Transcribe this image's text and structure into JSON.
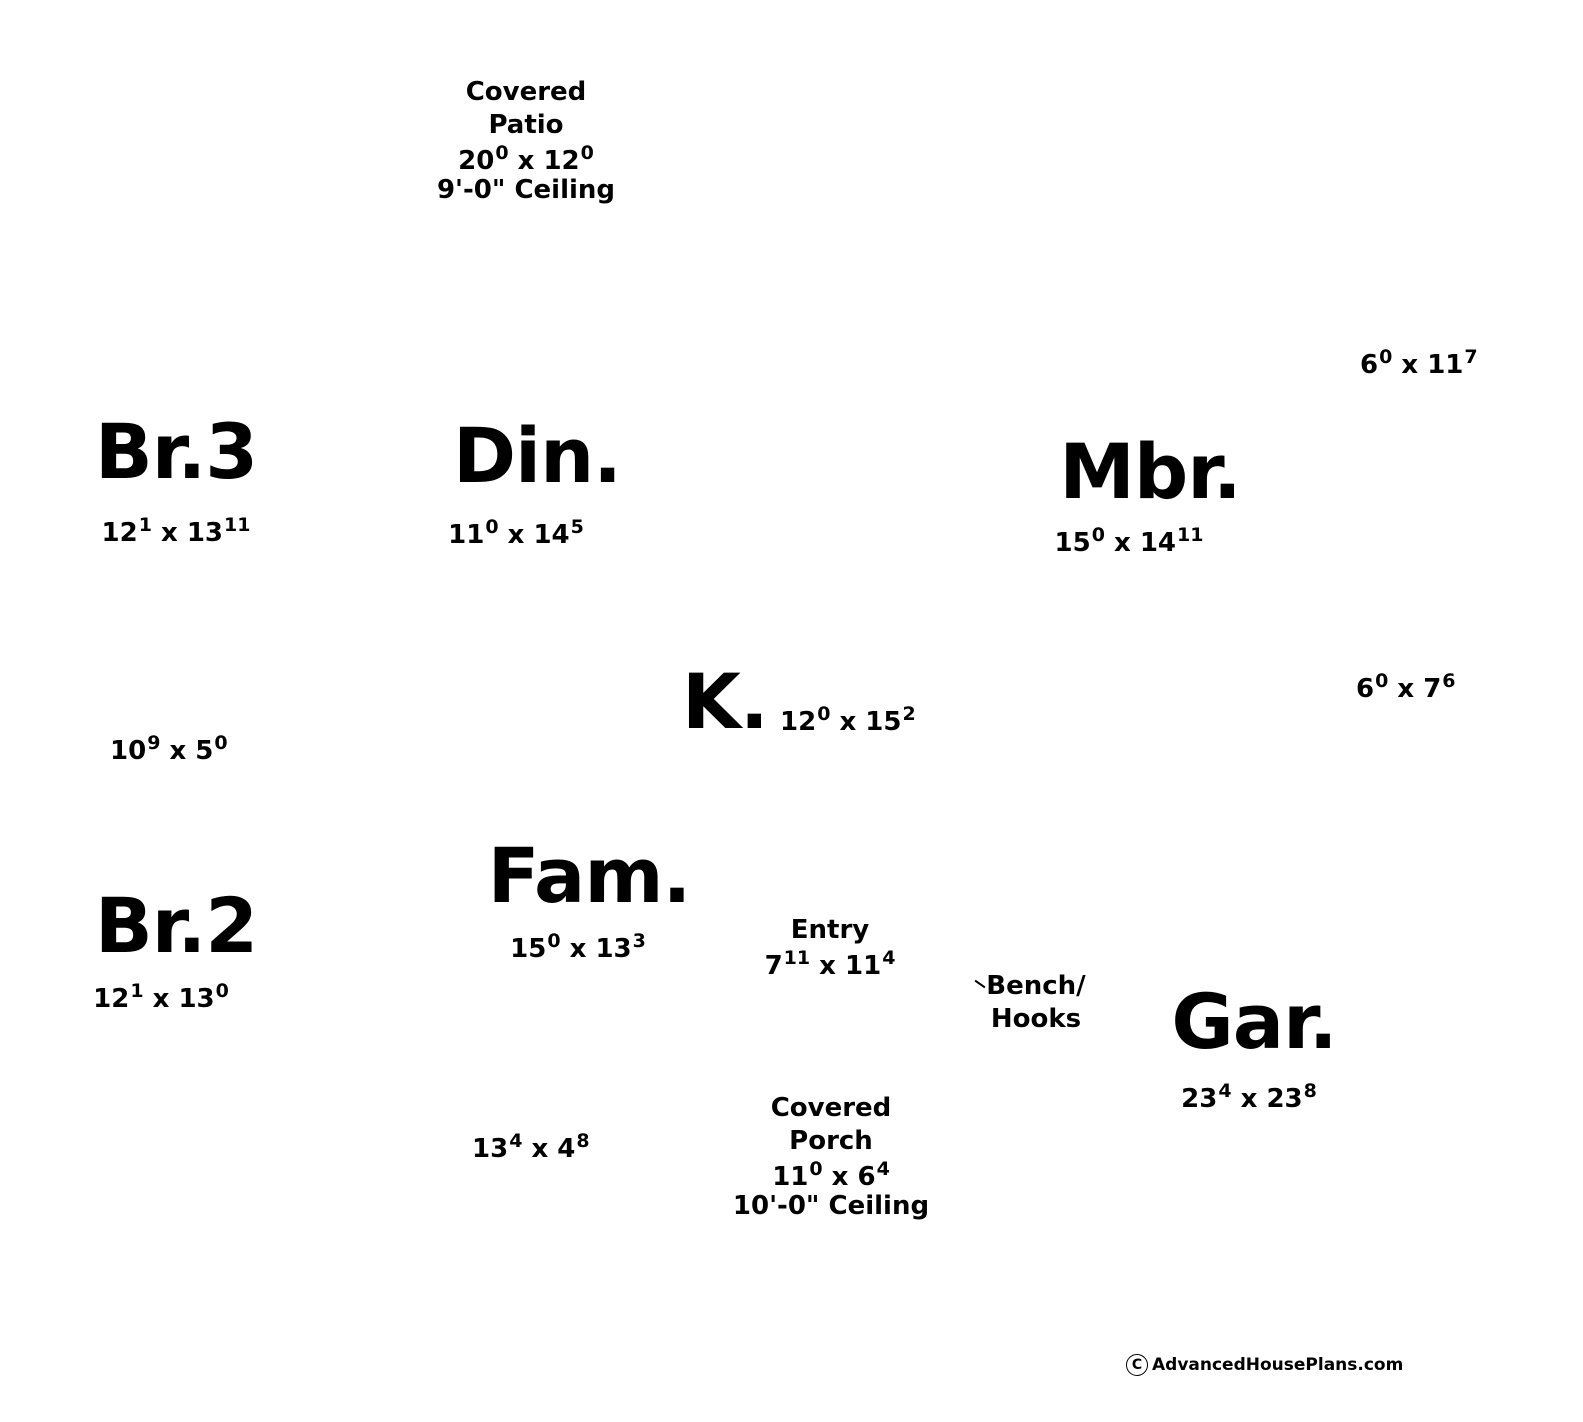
{
  "rooms": {
    "patio": {
      "name_line1": "Covered",
      "name_line2": "Patio",
      "w": "20",
      "w_in": "0",
      "l": "12",
      "l_in": "0",
      "ceiling": "9'-0\" Ceiling"
    },
    "br3": {
      "name": "Br.3",
      "w": "12",
      "w_in": "1",
      "l": "13",
      "l_in": "11"
    },
    "din": {
      "name": "Din.",
      "w": "11",
      "w_in": "0",
      "l": "14",
      "l_in": "5"
    },
    "mbr": {
      "name": "Mbr.",
      "w": "15",
      "w_in": "0",
      "l": "14",
      "l_in": "11"
    },
    "bath1": {
      "w": "6",
      "w_in": "0",
      "l": "11",
      "l_in": "7"
    },
    "kitchen": {
      "name": "K.",
      "w": "12",
      "w_in": "0",
      "l": "15",
      "l_in": "2"
    },
    "bath2": {
      "w": "6",
      "w_in": "0",
      "l": "7",
      "l_in": "6"
    },
    "hall": {
      "w": "10",
      "w_in": "9",
      "l": "5",
      "l_in": "0"
    },
    "fam": {
      "name": "Fam.",
      "w": "15",
      "w_in": "0",
      "l": "13",
      "l_in": "3"
    },
    "br2": {
      "name": "Br.2",
      "w": "12",
      "w_in": "1",
      "l": "13",
      "l_in": "0"
    },
    "entry": {
      "name": "Entry",
      "w": "7",
      "w_in": "11",
      "l": "11",
      "l_in": "4"
    },
    "bench": {
      "name_line1": "Bench/",
      "name_line2": "Hooks"
    },
    "gar": {
      "name": "Gar.",
      "w": "23",
      "w_in": "4",
      "l": "23",
      "l_in": "8"
    },
    "laundry": {
      "w": "13",
      "w_in": "4",
      "l": "4",
      "l_in": "8"
    },
    "porch": {
      "name_line1": "Covered",
      "name_line2": "Porch",
      "w": "11",
      "w_in": "0",
      "l": "6",
      "l_in": "4",
      "ceiling": "10'-0\" Ceiling"
    }
  },
  "copyright": {
    "symbol": "C",
    "text": "AdvancedHousePlans.com"
  }
}
